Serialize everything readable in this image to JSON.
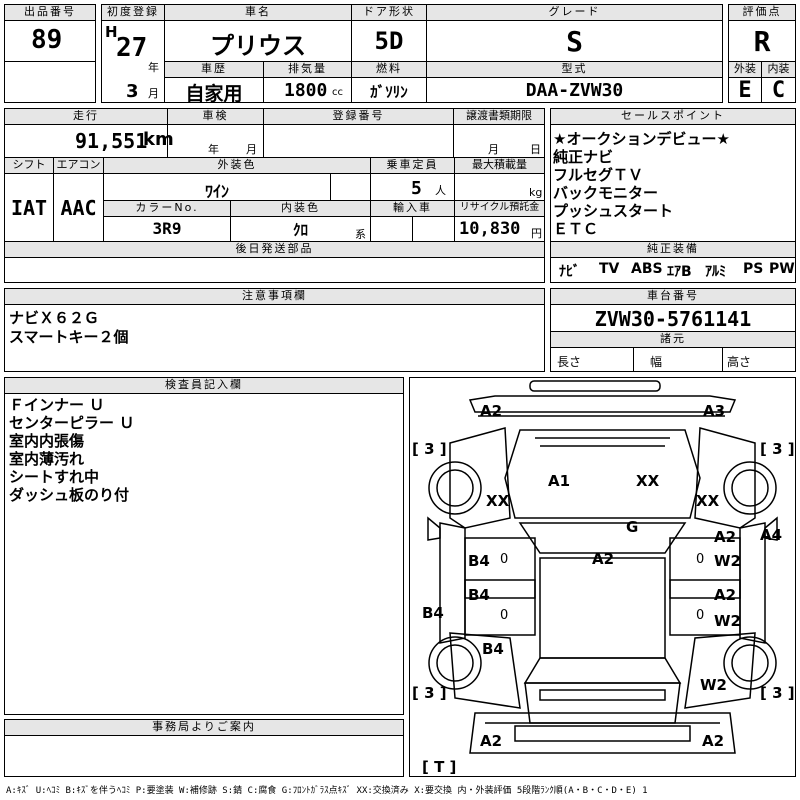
{
  "top": {
    "lot_no_h": "出品番号",
    "lot_no": "89",
    "first_reg_h": "初度登録",
    "era": "H",
    "year": "27",
    "year_unit": "年",
    "month": "3",
    "month_unit": "月",
    "car_name_h": "車名",
    "car_name": "プリウス",
    "door_h": "ドア形状",
    "door": "5D",
    "grade_h": "グレード",
    "grade": "S",
    "score_h": "評価点",
    "score": "R",
    "history_h": "車歴",
    "history": "自家用",
    "displacement_h": "排気量",
    "displacement": "1800",
    "displacement_unit": "cc",
    "fuel_h": "燃料",
    "fuel": "ｶﾞｿﾘﾝ",
    "model_h": "型式",
    "model": "DAA-ZVW30",
    "ext_grade_h": "外装",
    "ext_grade": "E",
    "int_grade_h": "内装",
    "int_grade": "C"
  },
  "row2": {
    "mileage_h": "走行",
    "mileage": "91,551",
    "mileage_unit": "km",
    "inspection_h": "車検",
    "insp_year": "年",
    "insp_month": "月",
    "reg_no_h": "登録番号",
    "transfer_h": "譲渡書類期限",
    "transfer_month": "月",
    "transfer_day": "日",
    "shift_h": "シフト",
    "shift": "IAT",
    "ac_h": "エアコン",
    "ac": "AAC",
    "ext_color_h": "外装色",
    "ext_color": "ﾜｲﾝ",
    "capacity_h": "乗車定員",
    "capacity": "5",
    "capacity_unit": "人",
    "max_load_h": "最大積載量",
    "max_load_unit": "kg",
    "color_no_h": "カラーNo.",
    "color_no": "3R9",
    "int_color_h": "内装色",
    "int_color": "ｸﾛ",
    "int_color_unit": "系",
    "import_h": "輸入車",
    "recycle_h": "リサイクル預託金",
    "recycle": "10,830",
    "recycle_unit": "円",
    "later_parts_h": "後日発送部品"
  },
  "sales_points": {
    "header": "セールスポイント",
    "items": [
      "★オークションデビュー★",
      "純正ナビ",
      "フルセグＴＶ",
      "バックモニター",
      "プッシュスタート",
      "ＥＴＣ"
    ]
  },
  "oem_equipment": {
    "header": "純正装備",
    "items": [
      "ﾅﾋﾞ",
      "TV",
      "ABS",
      "ｴｱB",
      "ｱﾙﾐ",
      "PS",
      "PW"
    ]
  },
  "caution": {
    "header": "注意事項欄",
    "lines": [
      "ナビＸ６２Ｇ",
      "スマートキー２個"
    ]
  },
  "chassis": {
    "header": "車台番号",
    "number": "ZVW30-5761141",
    "spec_h": "諸元",
    "length": "長さ",
    "width": "幅",
    "height": "高さ"
  },
  "inspector": {
    "header": "検査員記入欄",
    "lines": [
      "Ｆインナー Ｕ",
      "センターピラー Ｕ",
      "室内内張傷",
      "室内薄汚れ",
      "シートすれ中",
      "ダッシュ板のり付"
    ]
  },
  "office": {
    "header": "事務局よりご案内"
  },
  "diagram": {
    "labels": {
      "a2_front_left": "A2",
      "a3_front_right": "A3",
      "tire_fl": "[ 3 ]",
      "tire_fr": "[ 3 ]",
      "a1_hood": "A1",
      "xx_hood": "XX",
      "xx_left_fender": "XX",
      "xx_right_fender": "XX",
      "g_windshield": "G",
      "a2_roof": "A2",
      "b4_left_front_door": "B4",
      "a2_right_front_door": "A2",
      "w2_right_front_door": "W2",
      "a4_right_side": "A4",
      "b4_left_rear_door": "B4",
      "a2_right_rear_door": "A2",
      "w2_right_rear_door": "W2",
      "b4_left_side": "B4",
      "b4_left_rear_fender": "B4",
      "w2_right_rear_fender": "W2",
      "tire_rl": "[ 3 ]",
      "tire_rr": "[ 3 ]",
      "a2_rear_left": "A2",
      "a2_rear_right": "A2",
      "trunk": "[ T ]"
    },
    "door_zero": "0"
  },
  "legend": "A:ｷｽﾞ U:ﾍｺﾐ B:ｷｽﾞを伴うﾍｺﾐ P:要塗装 W:補修跡 S:錆 C:腐食 G:ﾌﾛﾝﾄｶﾞﾗｽ点ｷｽﾞ XX:交換済み X:要交換 内・外装評価 5段階ﾗﾝｸ順(A・B・C・D・E) 1"
}
